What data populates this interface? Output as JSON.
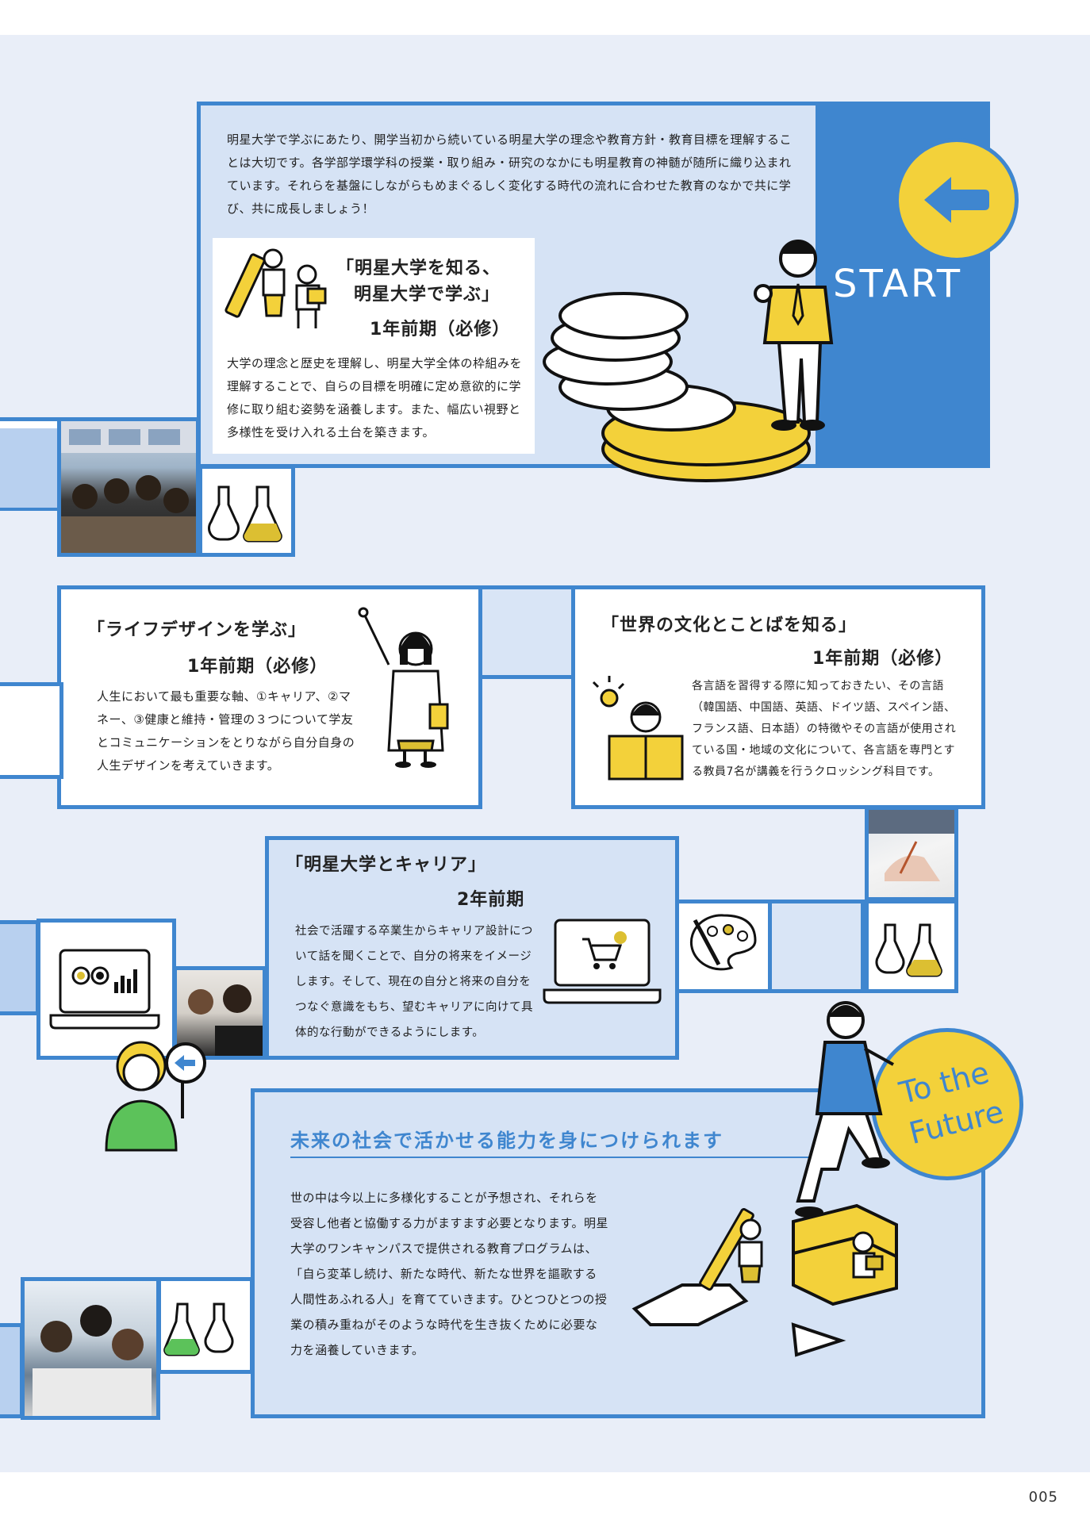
{
  "intro": "明星大学で学ぶにあたり、開学当初から続いている明星大学の理念や教育方針・教育目標を理解することは大切です。各学部学環学科の授業・取り組み・研究のなかにも明星教育の神髄が随所に織り込まれています。それらを基盤にしながらもめまぐるしく変化する時代の流れに合わせた教育のなかで共に学び、共に成長しましょう！",
  "start_label": "START",
  "future_label": [
    "To the",
    "Future"
  ],
  "course1": {
    "title_line1": "「明星大学を知る、",
    "title_line2": "明星大学で学ぶ」",
    "term": "1年前期（必修）",
    "body": "大学の理念と歴史を理解し、明星大学全体の枠組みを理解することで、自らの目標を明確に定め意欲的に学修に取り組む姿勢を涵養します。また、幅広い視野と多様性を受け入れる土台を築きます。"
  },
  "course2": {
    "title": "「ライフデザインを学ぶ」",
    "term": "1年前期（必修）",
    "body": "人生において最も重要な軸、①キャリア、②マネー、③健康と維持・管理の３つについて学友とコミュニケーションをとりながら自分自身の人生デザインを考えていきます。"
  },
  "course3": {
    "title": "「世界の文化とことばを知る」",
    "term": "1年前期（必修）",
    "body": "各言語を習得する際に知っておきたい、その言語（韓国語、中国語、英語、ドイツ語、スペイン語、フランス語、日本語）の特徴やその言語が使用されている国・地域の文化について、各言語を専門とする教員7名が講義を行うクロッシング科目です。"
  },
  "course4": {
    "title": "「明星大学とキャリア」",
    "term": "2年前期",
    "body": "社会で活躍する卒業生からキャリア設計について話を聞くことで、自分の将来をイメージします。そして、現在の自分と将来の自分をつなぐ意識をもち、望むキャリアに向けて具体的な行動ができるようにします。"
  },
  "future": {
    "heading": "未来の社会で活かせる能力を身につけられます",
    "body": "世の中は今以上に多様化することが予想され、それらを受容し他者と協働する力がますます必要となります。明星大学のワンキャンパスで提供される教育プログラムは、「自ら変革し続け、新たな時代、新たな世界を謳歌する人間性あふれる人」を育てていきます。ひとつひとつの授業の積み重ねがそのような時代を生き抜くために必要な力を涵養していきます。"
  },
  "page_number": "005",
  "colors": {
    "blue": "#3f86cf",
    "yellow": "#f3d13a",
    "light_blue": "#d6e3f5",
    "mustard": "#dcbf32",
    "green": "#5cc25a"
  }
}
